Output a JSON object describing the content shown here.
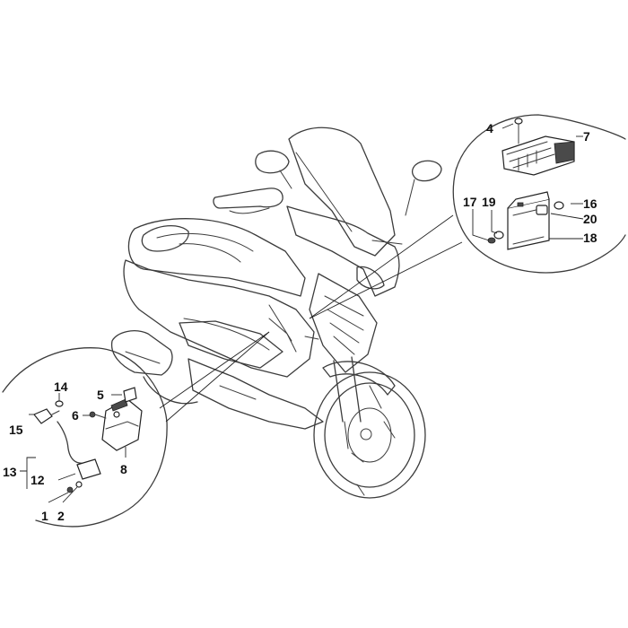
{
  "callouts": {
    "c1": "1",
    "c2": "2",
    "c4": "4",
    "c5": "5",
    "c6": "6",
    "c7": "7",
    "c8": "8",
    "c12": "12",
    "c13": "13",
    "c14": "14",
    "c15": "15",
    "c16": "16",
    "c17": "17",
    "c18": "18",
    "c19": "19",
    "c20": "20"
  }
}
